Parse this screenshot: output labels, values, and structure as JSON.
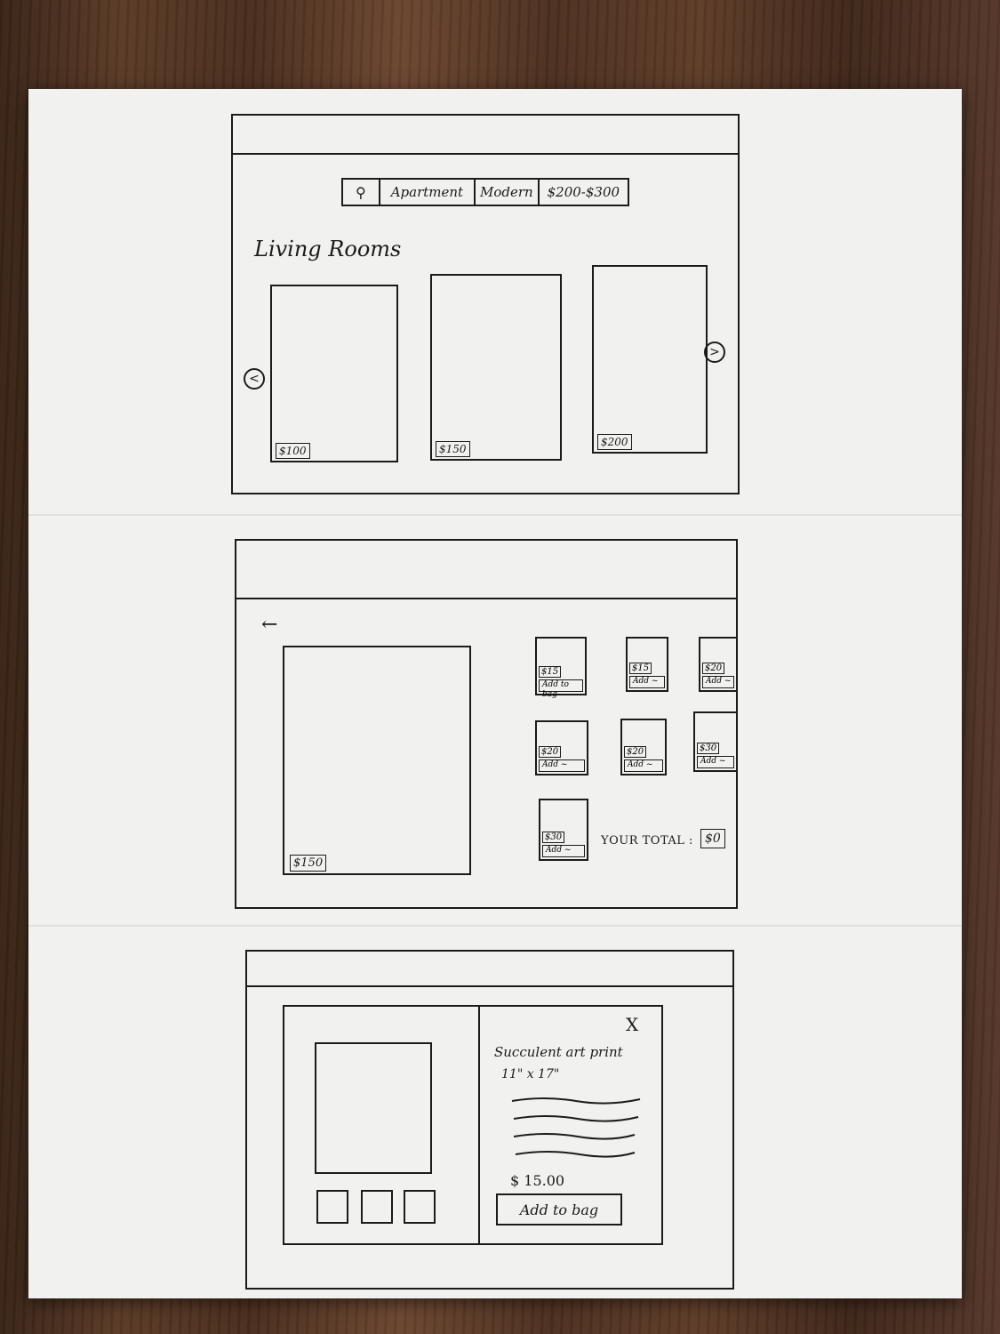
{
  "screen1": {
    "filters": [
      {
        "label": ""
      },
      {
        "label": "Apartment"
      },
      {
        "label": "Modern"
      },
      {
        "label": "$200-$300"
      }
    ],
    "search_icon": "search-icon",
    "section_title": "Living Rooms",
    "cards": [
      {
        "price": "$100"
      },
      {
        "price": "$150"
      },
      {
        "price": "$200"
      }
    ],
    "prev_glyph": "<",
    "next_glyph": ">"
  },
  "screen2": {
    "back_glyph": "←",
    "main_price": "$150",
    "items": [
      {
        "price": "$15",
        "button": "Add to bag"
      },
      {
        "price": "$15",
        "button": "Add ~"
      },
      {
        "price": "$20",
        "button": "Add ~"
      },
      {
        "price": "$20",
        "button": "Add ~"
      },
      {
        "price": "$20",
        "button": "Add ~"
      },
      {
        "price": "$30",
        "button": "Add ~"
      },
      {
        "price": "$30",
        "button": "Add ~"
      }
    ],
    "total_label": "YOUR TOTAL :",
    "total_value": "$0"
  },
  "screen3": {
    "close_glyph": "X",
    "title": "Succulent art print",
    "size": "11\" x 17\"",
    "price": "$ 15.00",
    "add_button": "Add to bag"
  }
}
